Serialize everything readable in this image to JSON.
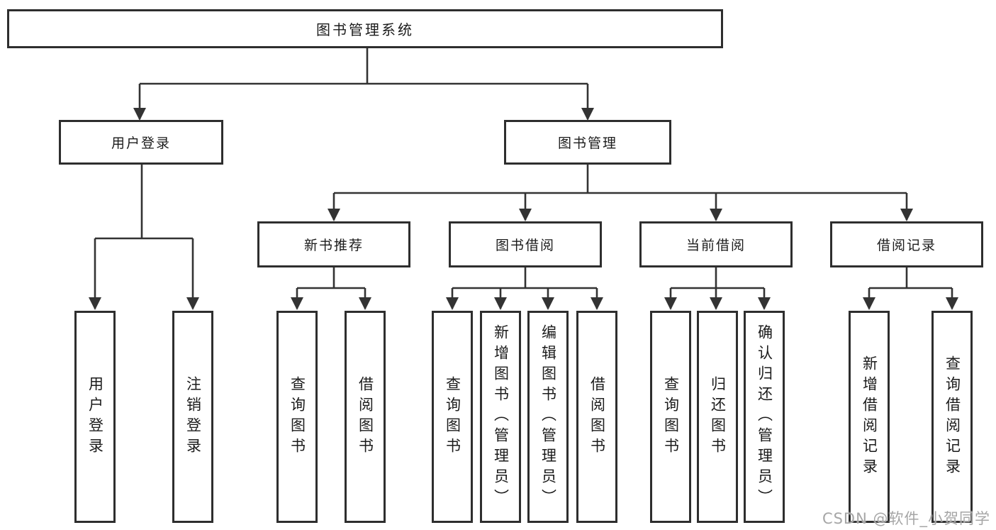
{
  "colors": {
    "line": "#333333",
    "box_border": "#2e2e2e",
    "text": "#1b1b1b",
    "watermark": "#a6a6a6",
    "background": "#ffffff"
  },
  "diagram": {
    "root": {
      "label": "图书管理系统"
    },
    "level2": [
      {
        "label": "用户登录",
        "children": [
          {
            "label": "用户登录"
          },
          {
            "label": "注销登录"
          }
        ]
      },
      {
        "label": "图书管理",
        "children": [
          {
            "label": "新书推荐",
            "children": [
              {
                "label": "查询图书"
              },
              {
                "label": "借阅图书"
              }
            ]
          },
          {
            "label": "图书借阅",
            "children": [
              {
                "label": "查询图书"
              },
              {
                "label": "新增图书（管理员）"
              },
              {
                "label": "编辑图书（管理员）"
              },
              {
                "label": "借阅图书"
              }
            ]
          },
          {
            "label": "当前借阅",
            "children": [
              {
                "label": "查询图书"
              },
              {
                "label": "归还图书"
              },
              {
                "label": "确认归还（管理员）"
              }
            ]
          },
          {
            "label": "借阅记录",
            "children": [
              {
                "label": "新增借阅记录"
              },
              {
                "label": "查询借阅记录"
              }
            ]
          }
        ]
      }
    ]
  },
  "watermark": {
    "text": "CSDN @软件_小贺同学"
  }
}
